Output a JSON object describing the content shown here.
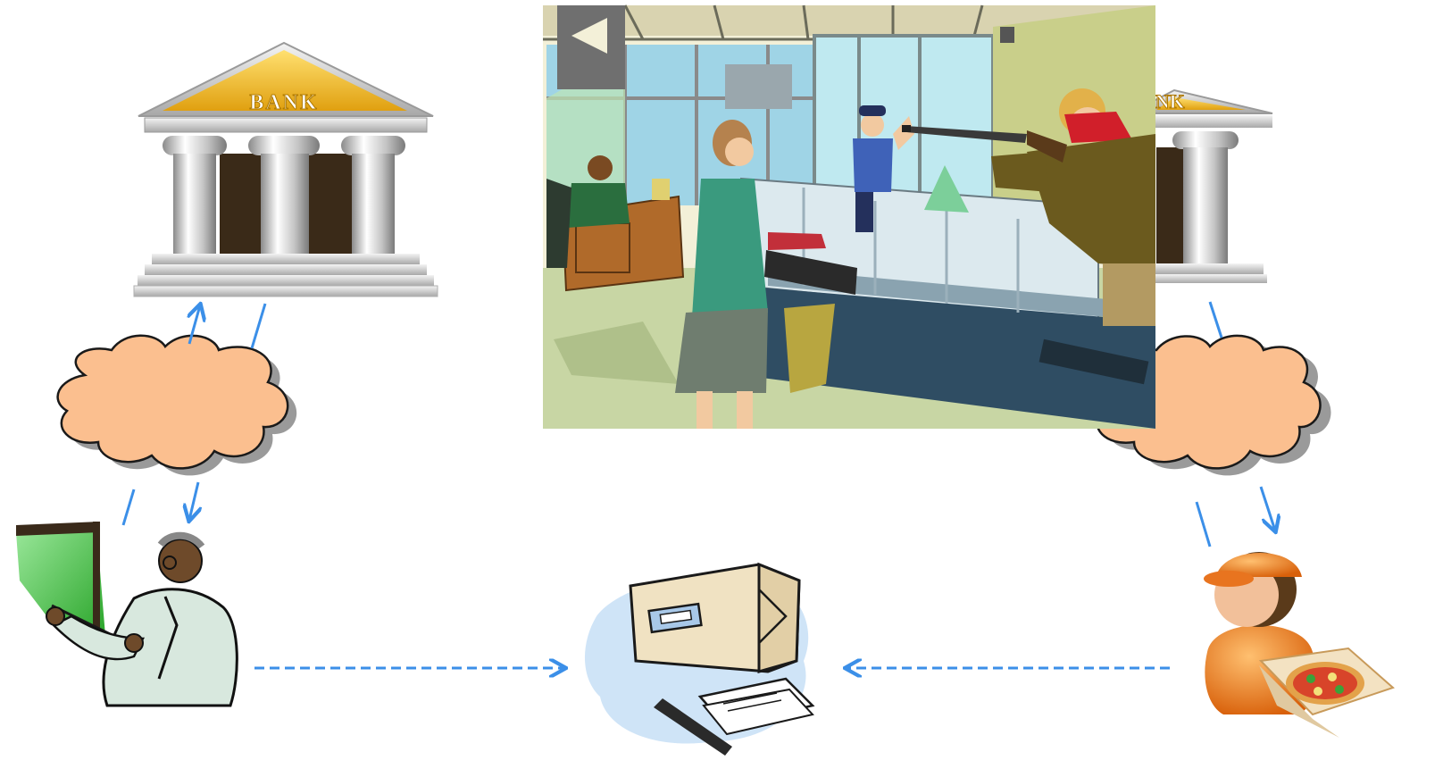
{
  "bank_left": {
    "sign_text": "BANK",
    "icon": "bank-building-icon"
  },
  "bank_right": {
    "sign_text": "BANK",
    "icon": "bank-building-icon"
  },
  "clouds": {
    "fill": "#fbbf8f",
    "shadow": "#999999"
  },
  "arrows": {
    "color": "#3b8fe8"
  },
  "actors": {
    "teacher": {
      "icon": "teacher-pointing-at-board-icon",
      "board_color": "#3dbb3d"
    },
    "delivery": {
      "icon": "pizza-delivery-person-icon",
      "color": "#e8741f"
    },
    "package": {
      "icon": "package-and-letter-icon"
    }
  },
  "scene": {
    "icon": "bank-robbery-scene-illustration"
  }
}
